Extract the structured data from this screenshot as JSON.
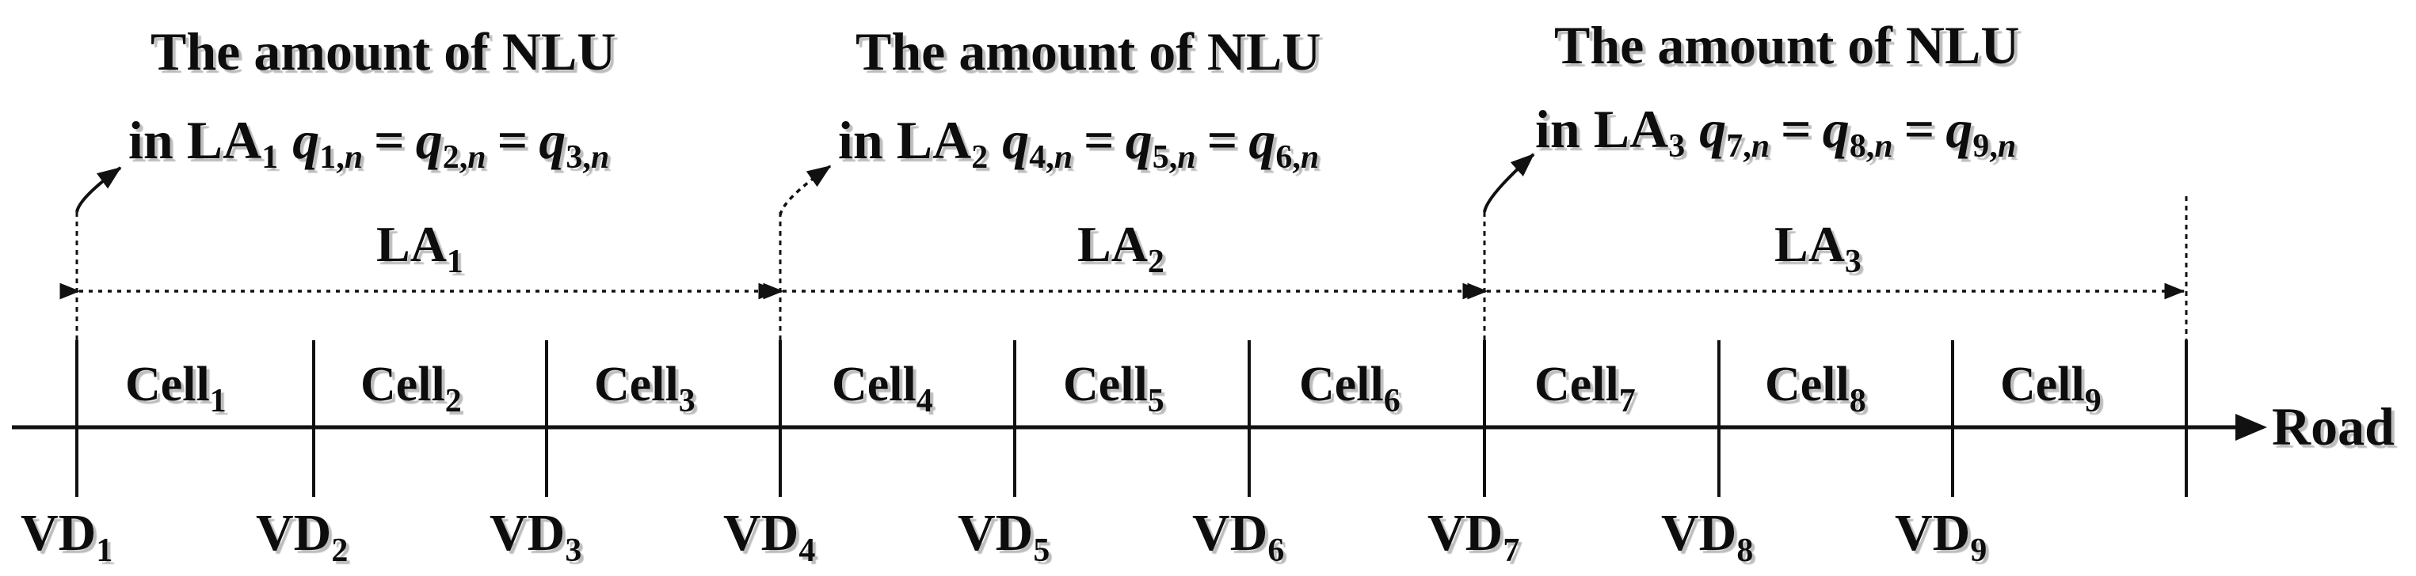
{
  "colors": {
    "ink": "#111111",
    "shadow": "#bdbdbd",
    "background": "#ffffff"
  },
  "road_label": "Road",
  "location_areas": [
    {
      "name": "LA",
      "index": "1",
      "title": "The amount of NLU",
      "formula_prefix": "in LA",
      "q": [
        "q",
        "q",
        "q"
      ],
      "q_sub": [
        "1,",
        "2,",
        "3,"
      ],
      "n": "n",
      "eq": "=",
      "arrow": "solid"
    },
    {
      "name": "LA",
      "index": "2",
      "title": "The amount of NLU",
      "formula_prefix": "in LA",
      "q": [
        "q",
        "q",
        "q"
      ],
      "q_sub": [
        "4,",
        "5,",
        "6,"
      ],
      "n": "n",
      "eq": "=",
      "arrow": "dashed"
    },
    {
      "name": "LA",
      "index": "3",
      "title": "The amount of NLU",
      "formula_prefix": "in LA",
      "q": [
        "q",
        "q",
        "q"
      ],
      "q_sub": [
        "7,",
        "8,",
        "9,"
      ],
      "n": "n",
      "eq": "=",
      "arrow": "solid"
    }
  ],
  "cells": [
    {
      "name": "Cell",
      "index": "1"
    },
    {
      "name": "Cell",
      "index": "2"
    },
    {
      "name": "Cell",
      "index": "3"
    },
    {
      "name": "Cell",
      "index": "4"
    },
    {
      "name": "Cell",
      "index": "5"
    },
    {
      "name": "Cell",
      "index": "6"
    },
    {
      "name": "Cell",
      "index": "7"
    },
    {
      "name": "Cell",
      "index": "8"
    },
    {
      "name": "Cell",
      "index": "9"
    }
  ],
  "detectors": [
    {
      "name": "VD",
      "index": "1"
    },
    {
      "name": "VD",
      "index": "2"
    },
    {
      "name": "VD",
      "index": "3"
    },
    {
      "name": "VD",
      "index": "4"
    },
    {
      "name": "VD",
      "index": "5"
    },
    {
      "name": "VD",
      "index": "6"
    },
    {
      "name": "VD",
      "index": "7"
    },
    {
      "name": "VD",
      "index": "8"
    },
    {
      "name": "VD",
      "index": "9"
    }
  ]
}
